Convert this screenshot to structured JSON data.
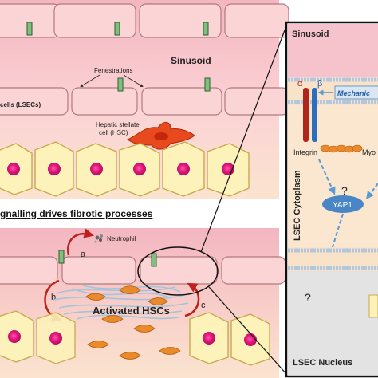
{
  "top_panel": {
    "sinusoid": "Sinusoid",
    "fenestrations": "Fenestrations",
    "lsec_label": "cells (LSECs)",
    "hsc_label_line1": "Hepatic stellate",
    "hsc_label_line2": "cell (HSC)"
  },
  "section_heading": "gnalling  drives fibrotic processes",
  "bottom_panel": {
    "neutrophil": "Neutrophil",
    "label_a": "a",
    "label_b": "b",
    "label_c": "c",
    "activated_hscs": "Activated HSCs"
  },
  "inset": {
    "sinusoid": "Sinusoid",
    "alpha": "α",
    "beta": "β",
    "mechano": "Mechanic",
    "integrin": "Integrin",
    "myo": "Myo",
    "cytoplasm": "LSEC Cytoplasm",
    "question": "?",
    "yap1": "YAP1",
    "nucleus": "LSEC Nucleus"
  },
  "colors": {
    "sinusoid_pink": "#f6c3cc",
    "endothelium": "#fbd5d6",
    "space_of_disse": "#f9dfc6",
    "hepatocyte": "#fdf2b9",
    "nucleus": "#e2157c",
    "hsc": "#e8491d",
    "arrow_red": "#c0201a",
    "yap_blue": "#4a86c5",
    "dashed_blue": "#5b9bd5"
  }
}
